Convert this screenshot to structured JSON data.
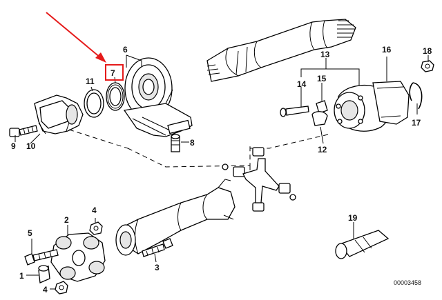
{
  "callouts": {
    "c1": "1",
    "c2": "2",
    "c3": "3",
    "c4a": "4",
    "c4b": "4",
    "c5": "5",
    "c6": "6",
    "c7": "7",
    "c8": "8",
    "c9": "9",
    "c10": "10",
    "c11": "11",
    "c12": "12",
    "c13": "13",
    "c14": "14",
    "c15": "15",
    "c16": "16",
    "c17": "17",
    "c18": "18",
    "c19": "19"
  },
  "diagram_code": "00003458",
  "colors": {
    "highlight": "#e51a1a",
    "ink": "#000000"
  }
}
